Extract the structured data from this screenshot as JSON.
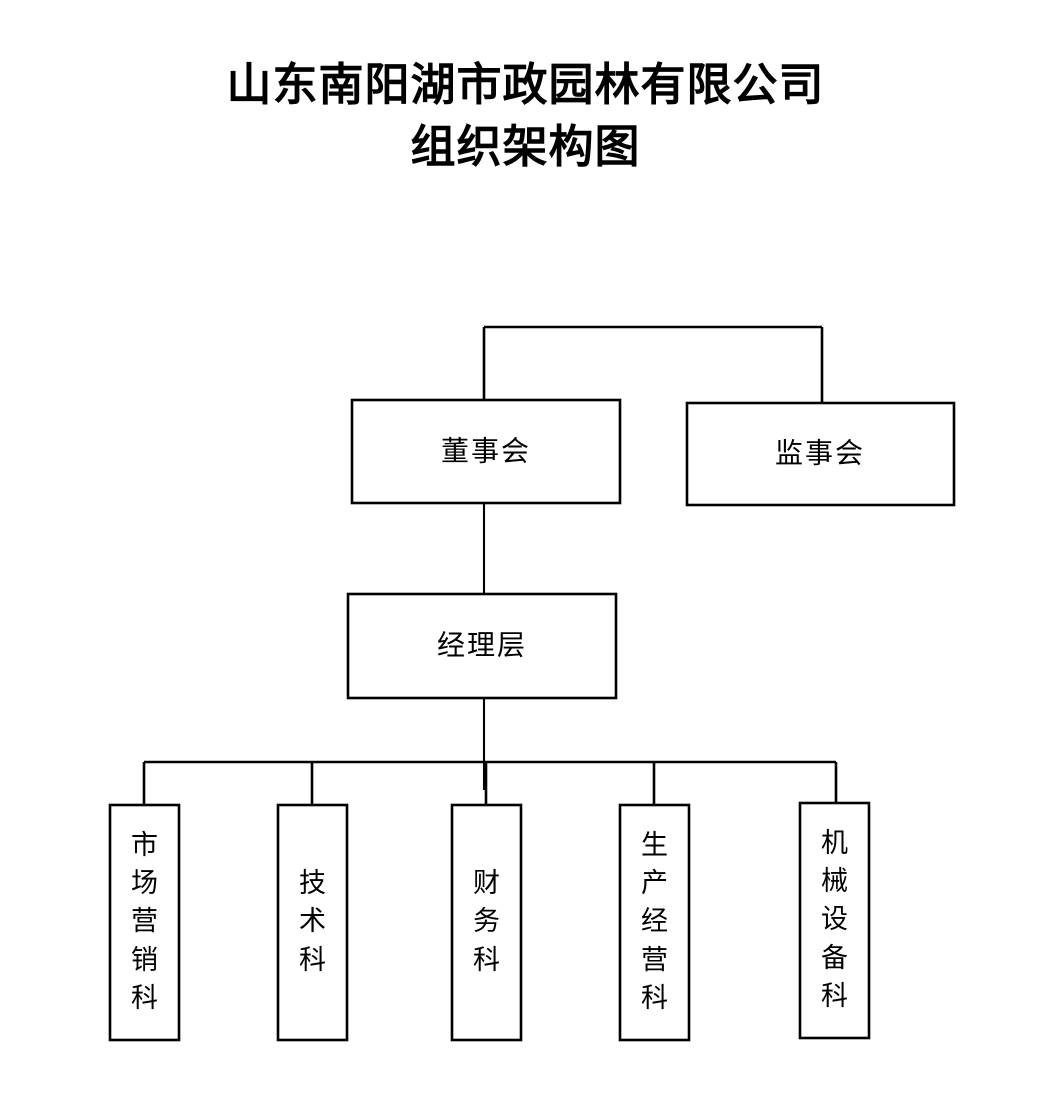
{
  "document": {
    "title_lines": [
      "山东南阳湖市政园林有限公司",
      "组织架构图"
    ],
    "background_color": "#ffffff",
    "line_color": "#000000",
    "text_color": "#000000"
  },
  "chart_data": {
    "type": "diagram",
    "diagram_kind": "organization-chart",
    "orientation": "top-down",
    "title": "山东南阳湖市政园林有限公司 组织架构图",
    "levels": [
      {
        "level": 1,
        "nodes": [
          {
            "id": "board",
            "label": "董事会",
            "label_orientation": "horizontal"
          },
          {
            "id": "supervisors",
            "label": "监事会",
            "label_orientation": "horizontal"
          }
        ]
      },
      {
        "level": 2,
        "nodes": [
          {
            "id": "management",
            "label": "经理层",
            "label_orientation": "horizontal"
          }
        ]
      },
      {
        "level": 3,
        "nodes": [
          {
            "id": "dept-marketing",
            "label": "市场营销科",
            "label_orientation": "vertical",
            "chars": [
              "市",
              "场",
              "营",
              "销",
              "科"
            ]
          },
          {
            "id": "dept-technology",
            "label": "技术科",
            "label_orientation": "vertical",
            "chars": [
              "技",
              "术",
              "科"
            ]
          },
          {
            "id": "dept-finance",
            "label": "财务科",
            "label_orientation": "vertical",
            "chars": [
              "财",
              "务",
              "科"
            ]
          },
          {
            "id": "dept-production",
            "label": "生产经营科",
            "label_orientation": "vertical",
            "chars": [
              "生",
              "产",
              "经",
              "营",
              "科"
            ]
          },
          {
            "id": "dept-equipment",
            "label": "机械设备科",
            "label_orientation": "vertical",
            "chars": [
              "机",
              "械",
              "设",
              "备",
              "科"
            ]
          }
        ]
      }
    ],
    "edges": [
      {
        "from": "bracket-top",
        "to": "board"
      },
      {
        "from": "bracket-top",
        "to": "supervisors"
      },
      {
        "from": "board",
        "to": "management"
      },
      {
        "from": "management",
        "to": "dept-marketing"
      },
      {
        "from": "management",
        "to": "dept-technology"
      },
      {
        "from": "management",
        "to": "dept-finance"
      },
      {
        "from": "management",
        "to": "dept-production"
      },
      {
        "from": "management",
        "to": "dept-equipment"
      }
    ],
    "node_labels": {
      "board": "董事会",
      "supervisors": "监事会",
      "management": "经理层",
      "dept_marketing": "市场营销科",
      "dept_technology": "技术科",
      "dept_finance": "财务科",
      "dept_production": "生产经营科",
      "dept_equipment": "机械设备科"
    }
  }
}
